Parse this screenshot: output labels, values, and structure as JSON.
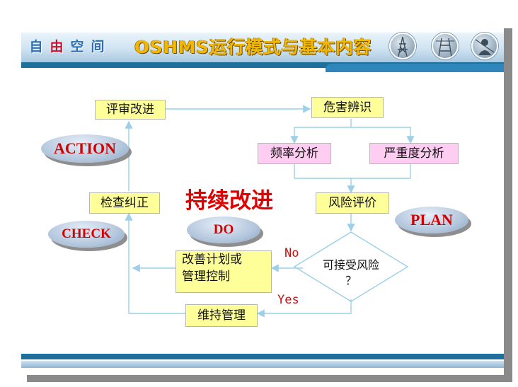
{
  "header": {
    "logo_chars": [
      "自",
      "由",
      "空",
      "间"
    ],
    "title": "OSHMS运行模式与基本内容"
  },
  "diagram": {
    "review": "评审改进",
    "hazard": "危害辨识",
    "frequency": "频率分析",
    "severity": "严重度分析",
    "inspect": "检查纠正",
    "risk_eval": "风险评价",
    "improve_line1": "改善计划或",
    "improve_line2": "管理控制",
    "acceptable_line1": "可接受风险",
    "acceptable_line2": "？",
    "maintain": "维持管理",
    "continuous": "持续改进",
    "no": "No",
    "yes": "Yes"
  },
  "ovals": {
    "action": "ACTION",
    "check": "CHECK",
    "do": "DO",
    "plan": "PLAN"
  },
  "colors": {
    "box_yellow": "#ffff99",
    "box_pink": "#ffccf2",
    "arrow": "#9ccfe8",
    "oval_text": "#d40000",
    "title_gold": "#f2b705",
    "header_blue": "#1f6f9c"
  }
}
